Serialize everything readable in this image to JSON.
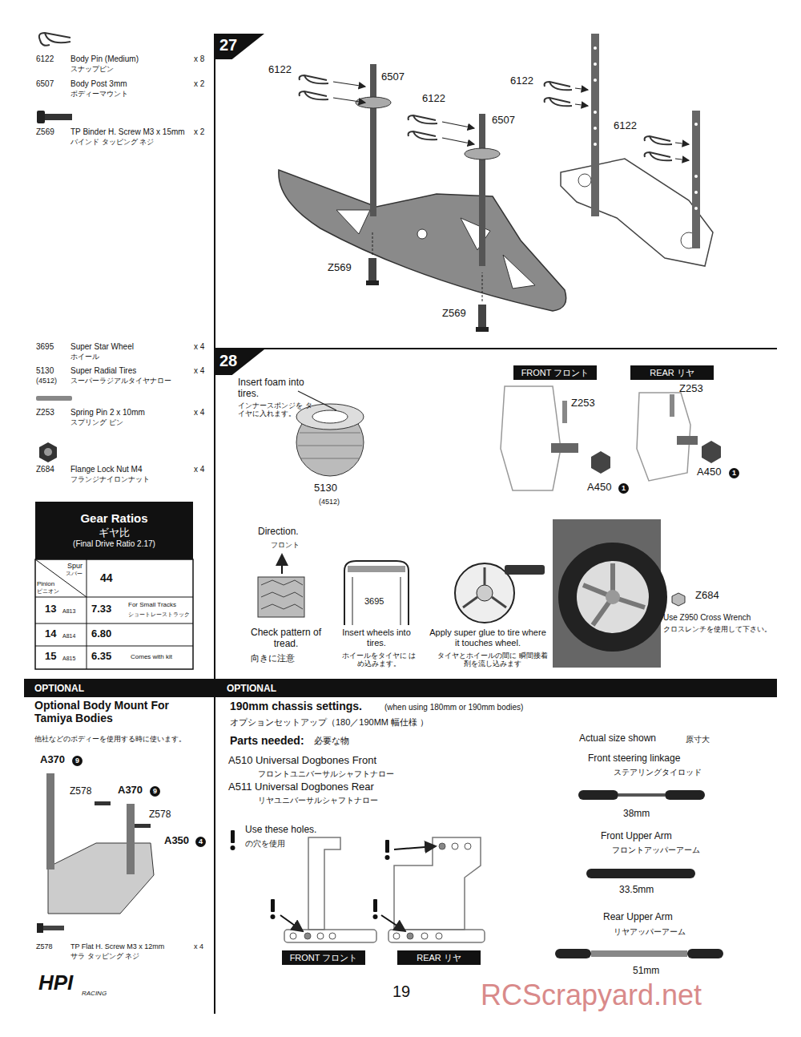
{
  "diagram": {
    "nodes": [
      {
        "text": [
          "27"
        ]
      },
      {
        "text": [
          "28"
        ]
      },
      {
        "text": [
          "Gear Ratios",
          "ギヤ比",
          "(Final Drive Ratio 2.17)"
        ]
      },
      {
        "text": [
          "FRONT フロント"
        ]
      },
      {
        "text": [
          "REAR リヤ"
        ]
      },
      {
        "text": [
          "OPTIONAL"
        ]
      },
      {
        "text": [
          "OPTIONAL"
        ]
      },
      {
        "text": [
          "FRONT フロント"
        ]
      },
      {
        "text": [
          "REAR リヤ"
        ]
      }
    ],
    "labels": [
      "6122",
      "Body Pin (Medium)",
      "x 8",
      "スナップピン",
      "6507",
      "Body Post 3mm",
      "x 2",
      "ボディーマウント",
      "Z569",
      "TP Binder H. Screw M3 x 15mm",
      "x 2",
      "バインド タッピング ネジ",
      "3695",
      "Super Star Wheel",
      "x 4",
      "ホイール",
      "5130",
      "(4512)",
      "Super Radial Tires",
      "x 4",
      "スーパーラジアルタイヤナロー",
      "Z253",
      "Spring Pin 2 x 10mm",
      "x 4",
      "スプリング ピン",
      "Z684",
      "Flange Lock Nut M4",
      "x 4",
      "フランジナイロンナット",
      "Spur",
      "スパー",
      "Pinion",
      "ピニオン",
      "44",
      "13",
      "A813",
      "7.33",
      "For Small Tracks",
      "ショートレーストラック",
      "14",
      "A814",
      "6.80",
      "15",
      "A815",
      "6.35",
      "Comes with kit",
      "6122",
      "6507",
      "6122",
      "6507",
      "6122",
      "6122",
      "Z569",
      "Z569",
      "Insert foam into tires.",
      "インナースポンジを タイヤに入れます。",
      "5130",
      "(4512)",
      "Z253",
      "A450",
      "1",
      "Z253",
      "A450",
      "1",
      "Direction.",
      "フロント",
      "Check pattern of tread.",
      "向きに注意",
      "3695",
      "Insert wheels into tires.",
      "ホイールをタイヤに はめ込みます。",
      "Apply super glue to tire where it touches wheel.",
      "タイヤとホイールの間に 瞬間接着剤を流し込みます",
      "Z684",
      "Use Z950 Cross Wrench",
      "クロスレンチを使用して下さい。",
      "Optional Body Mount For Tamiya Bodies",
      "他社などのボディーを使用する時に使います。",
      "A370",
      "9",
      "Z578",
      "A370",
      "9",
      "Z578",
      "A350",
      "4",
      "Z578",
      "TP Flat H. Screw M3 x 12mm",
      "x 4",
      "サラ タッピング ネジ",
      "HPI",
      "RACING",
      "190mm chassis settings.",
      "(when using 180mm or 190mm bodies)",
      "オプションセットアップ（180／190MM 幅仕様 ）",
      "Parts needed:",
      "必要な物",
      "A510 Universal Dogbones Front",
      "フロントユニバーサルシャフトナロー",
      "A511 Universal Dogbones Rear",
      "リヤユニバーサルシャフトナロー",
      "Use these holes.",
      "の穴を使用",
      "Actual size shown",
      "原寸大",
      "Front steering linkage",
      "ステアリングタイロッド",
      "38mm",
      "Front Upper Arm",
      "フロントアッパーアーム",
      "33.5mm",
      "Rear Upper Arm",
      "リヤアッパーアーム",
      "51mm",
      "19",
      "RCScrapyard.net"
    ]
  }
}
